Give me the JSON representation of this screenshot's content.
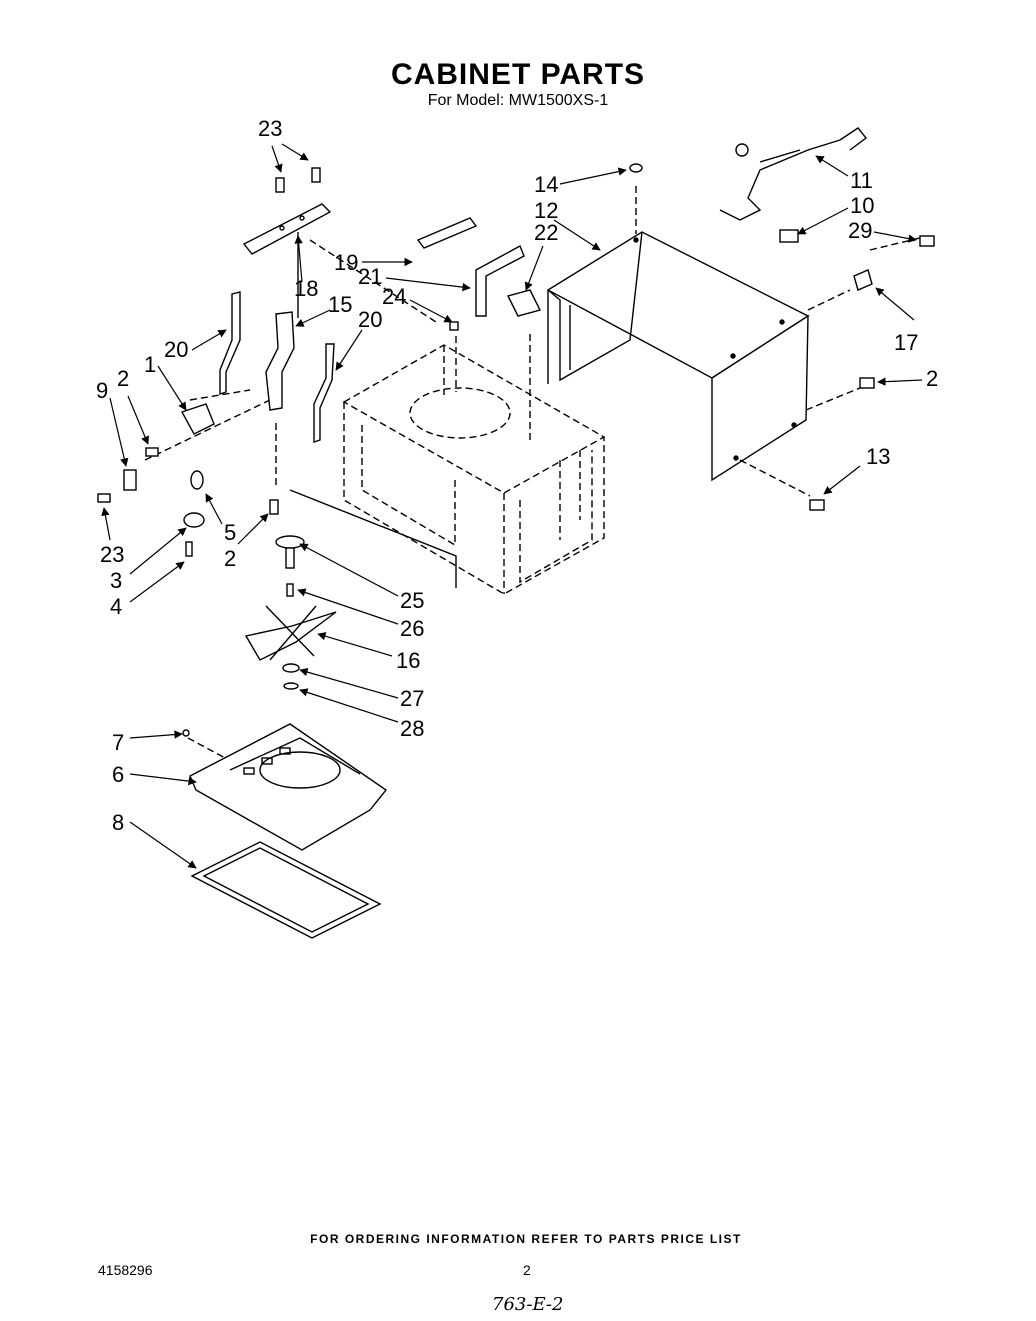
{
  "header": {
    "title": "CABINET PARTS",
    "subtitle": "For Model: MW1500XS-1"
  },
  "callouts": [
    "23",
    "14",
    "11",
    "10",
    "12",
    "22",
    "29",
    "19",
    "21",
    "18",
    "24",
    "15",
    "20",
    "20",
    "1",
    "2",
    "9",
    "2",
    "17",
    "13",
    "5",
    "23",
    "3",
    "2",
    "4",
    "25",
    "26",
    "16",
    "27",
    "28",
    "7",
    "6",
    "8"
  ],
  "footer": {
    "ordering_note": "FOR ORDERING INFORMATION REFER TO PARTS PRICE LIST",
    "doc_number": "4158296",
    "page_number": "2",
    "handwritten": "763-E-2"
  }
}
